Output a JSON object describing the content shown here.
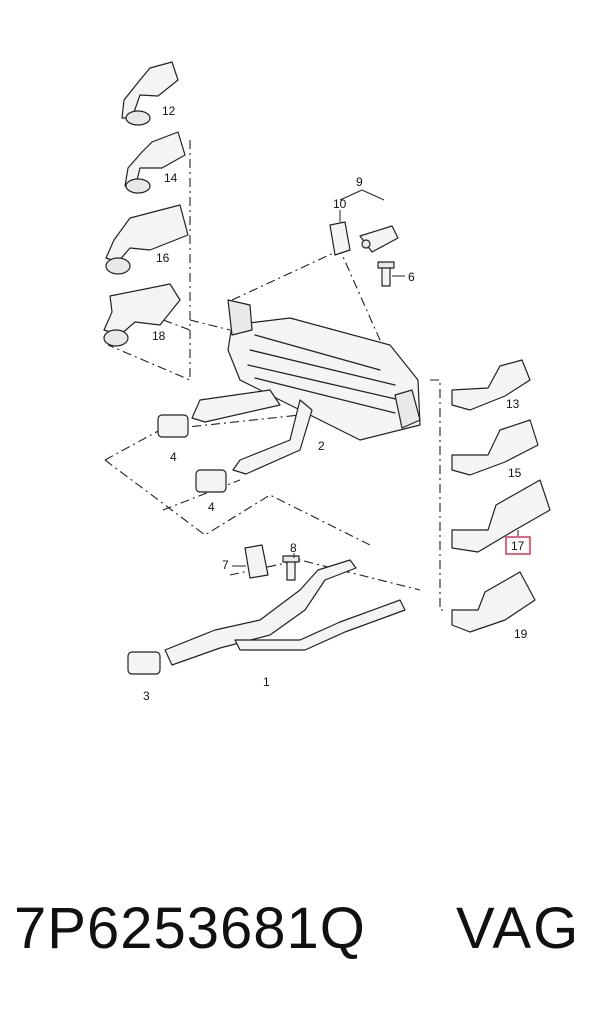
{
  "diagram": {
    "callouts": [
      {
        "id": "1",
        "label": "1"
      },
      {
        "id": "2",
        "label": "2"
      },
      {
        "id": "3",
        "label": "3"
      },
      {
        "id": "4a",
        "label": "4"
      },
      {
        "id": "4b",
        "label": "4"
      },
      {
        "id": "6",
        "label": "6"
      },
      {
        "id": "7",
        "label": "7"
      },
      {
        "id": "8",
        "label": "8"
      },
      {
        "id": "9",
        "label": "9"
      },
      {
        "id": "10",
        "label": "10"
      },
      {
        "id": "12",
        "label": "12"
      },
      {
        "id": "13",
        "label": "13"
      },
      {
        "id": "14",
        "label": "14"
      },
      {
        "id": "15",
        "label": "15"
      },
      {
        "id": "16",
        "label": "16"
      },
      {
        "id": "17",
        "label": "17"
      },
      {
        "id": "18",
        "label": "18"
      },
      {
        "id": "19",
        "label": "19"
      }
    ],
    "highlight_callout": "17",
    "highlight_color": "#d9364b"
  },
  "footer": {
    "part_number": "7P6253681Q",
    "brand": "VAG"
  }
}
